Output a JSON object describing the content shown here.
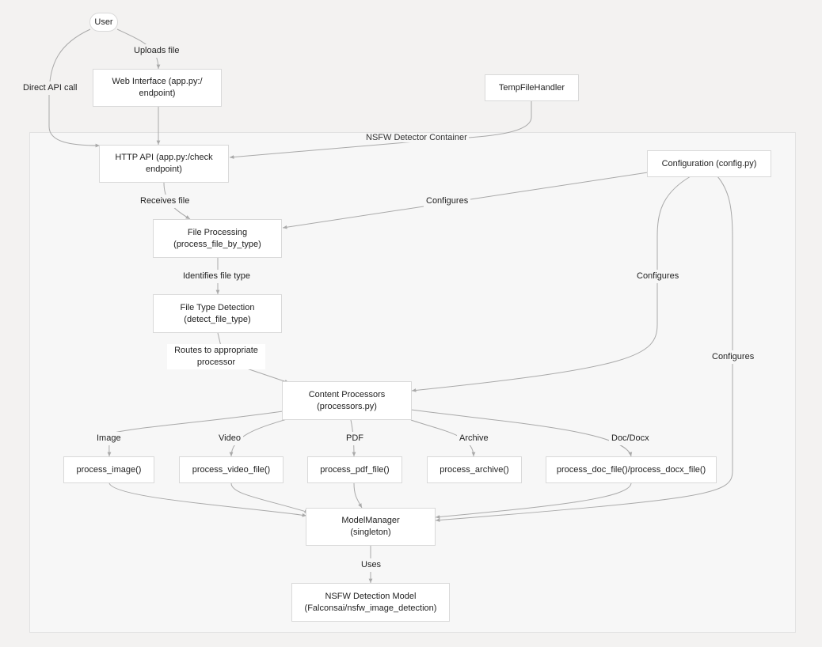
{
  "diagram": {
    "container_title": "NSFW Detector Container",
    "nodes": {
      "user": "User",
      "web_interface": "Web Interface (app.py:/\nendpoint)",
      "temp_file_handler": "TempFileHandler",
      "http_api": "HTTP API (app.py:/check\nendpoint)",
      "configuration": "Configuration (config.py)",
      "file_processing": "File Processing\n(process_file_by_type)",
      "file_type_detection": "File Type Detection\n(detect_file_type)",
      "content_processors": "Content Processors\n(processors.py)",
      "process_image": "process_image()",
      "process_video": "process_video_file()",
      "process_pdf": "process_pdf_file()",
      "process_archive": "process_archive()",
      "process_doc": "process_doc_file()/process_docx_file()",
      "model_manager": "ModelManager\n(singleton)",
      "nsfw_model": "NSFW Detection Model\n(Falconsai/nsfw_image_detection)"
    },
    "edge_labels": {
      "uploads_file": "Uploads file",
      "direct_api_call": "Direct API call",
      "receives_file": "Receives file",
      "configures_1": "Configures",
      "configures_2": "Configures",
      "configures_3": "Configures",
      "identifies_file_type": "Identifies file type",
      "routes_to": "Routes to appropriate\nprocessor",
      "image": "Image",
      "video": "Video",
      "pdf": "PDF",
      "archive": "Archive",
      "doc_docx": "Doc/Docx",
      "uses": "Uses"
    },
    "colors": {
      "background": "#f3f2f1",
      "container_fill": "#f7f7f7",
      "node_fill": "#ffffff",
      "edge": "#a9a9a9"
    }
  }
}
